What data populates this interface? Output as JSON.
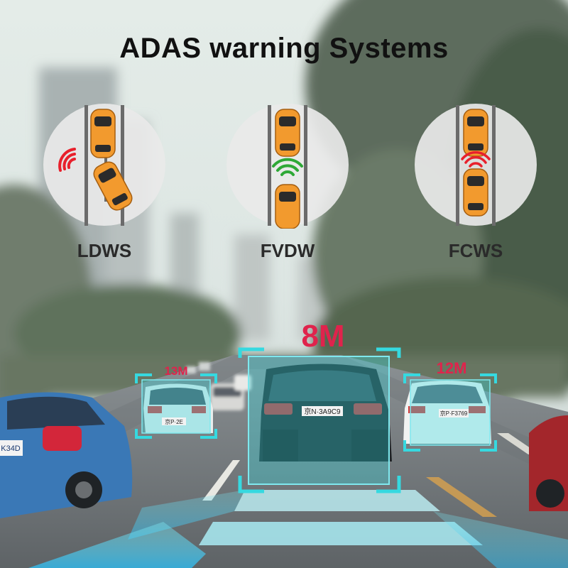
{
  "title": "ADAS warning Systems",
  "panels": [
    {
      "label": "LDWS",
      "signal_color": "#e8202c"
    },
    {
      "label": "FVDW",
      "signal_color": "#2ea836"
    },
    {
      "label": "FCWS",
      "signal_color": "#e8202c"
    }
  ],
  "detections": {
    "center": {
      "distance": "8M",
      "plate": "京N·3A9C9"
    },
    "left": {
      "distance": "13M",
      "plate": "京P·2E"
    },
    "right": {
      "distance": "12M",
      "plate": "京P·F3769"
    },
    "far_left_plate": "K34D"
  },
  "colors": {
    "box": "#36d9e0",
    "distance": "#e0234c",
    "car_body": "#f29a2e"
  }
}
